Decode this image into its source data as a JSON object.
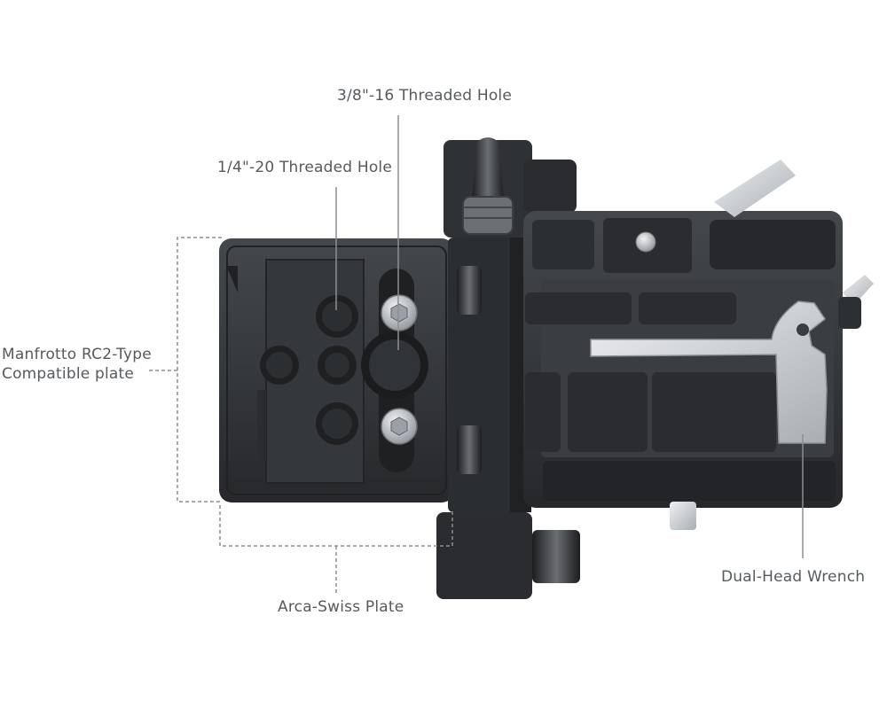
{
  "callouts": {
    "threaded_hole_3_8": "3/8\"-16 Threaded Hole",
    "threaded_hole_1_4": "1/4\"-20 Threaded Hole",
    "manfrotto_line1": "Manfrotto RC2-Type",
    "manfrotto_line2": "Compatible plate",
    "arca_swiss": "Arca-Swiss Plate",
    "dual_head_wrench": "Dual-Head Wrench"
  },
  "colors": {
    "background": "#ffffff",
    "label_text": "#555a5e",
    "leader_line": "#8a8f93",
    "metal_dark": "#2b2d30",
    "metal_mid": "#3a3d41",
    "metal_light": "#505459",
    "steel": "#c8ccd0"
  }
}
